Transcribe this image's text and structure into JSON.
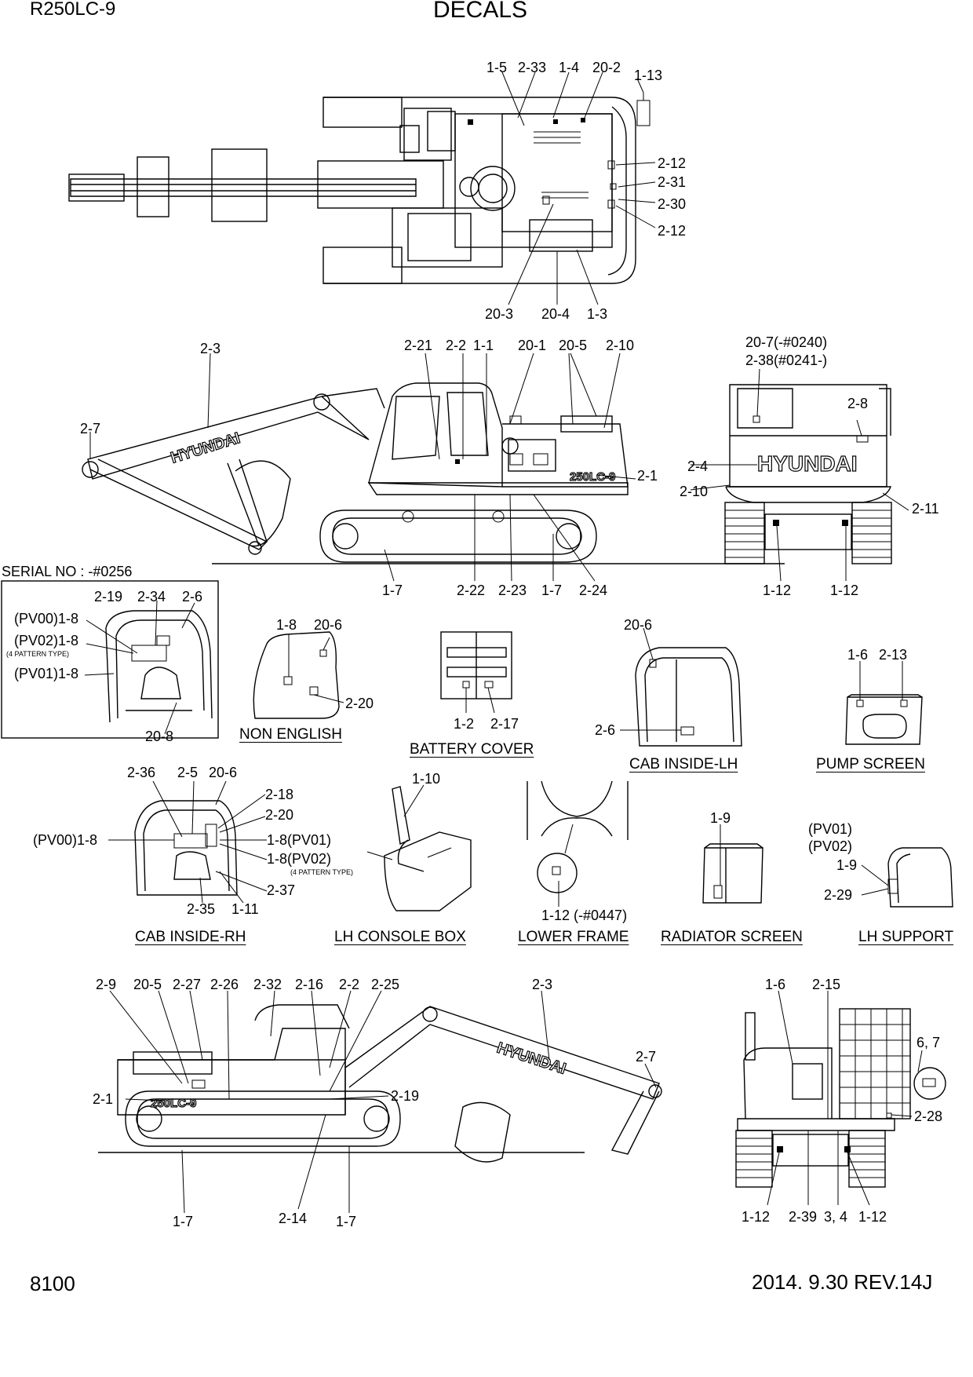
{
  "header": {
    "model": "R250LC-9",
    "title": "DECALS"
  },
  "footer": {
    "page_number": "8100",
    "revision": "2014. 9.30  REV.14J"
  },
  "serial_note": "SERIAL NO : -#0256",
  "brand_logo_text": "HYUNDAI",
  "model_badge_text": "250LC-9",
  "captions": {
    "non_english": "NON ENGLISH",
    "battery_cover": "BATTERY COVER",
    "cab_inside_lh": "CAB INSIDE-LH",
    "pump_screen": "PUMP SCREEN",
    "cab_inside_rh": "CAB INSIDE-RH",
    "lh_console_box": "LH CONSOLE BOX",
    "lower_frame": "LOWER FRAME",
    "radiator_screen": "RADIATOR SCREEN",
    "lh_support": "LH SUPPORT"
  },
  "callouts": {
    "top_view": [
      "1-5",
      "2-33",
      "1-4",
      "20-2",
      "1-13",
      "2-12",
      "2-31",
      "2-30",
      "2-12",
      "20-3",
      "20-4",
      "1-3"
    ],
    "side_view": [
      "2-3",
      "2-21",
      "2-2",
      "1-1",
      "20-1",
      "20-5",
      "2-10",
      "2-7",
      "2-1",
      "1-7",
      "2-22",
      "2-23",
      "1-7",
      "2-24"
    ],
    "rear_view": [
      "20-7(-#0240)",
      "2-38(#0241-)",
      "2-8",
      "2-4",
      "2-10",
      "2-11",
      "1-12",
      "1-12"
    ],
    "serial_box": [
      "2-19",
      "2-34",
      "2-6",
      "(PV00)1-8",
      "(PV02)1-8",
      "(4 PATTERN TYPE)",
      "(PV01)1-8",
      "20-8"
    ],
    "non_english": [
      "1-8",
      "20-6",
      "2-20"
    ],
    "battery_cover": [
      "1-2",
      "2-17"
    ],
    "cab_inside_lh": [
      "20-6",
      "2-6"
    ],
    "pump_screen": [
      "1-6",
      "2-13"
    ],
    "cab_inside_rh": [
      "2-36",
      "2-5",
      "20-6",
      "2-18",
      "2-20",
      "(PV00)1-8",
      "1-8(PV01)",
      "1-8(PV02)",
      "(4 PATTERN TYPE)",
      "2-37",
      "2-35",
      "1-11"
    ],
    "lh_console_box": [
      "1-10"
    ],
    "lower_frame": [
      "1-12 (-#0447)"
    ],
    "radiator_screen": [
      "1-9"
    ],
    "lh_support": [
      "(PV01)",
      "(PV02)",
      "1-9",
      "2-29"
    ],
    "right_side_view": [
      "2-9",
      "20-5",
      "2-27",
      "2-26",
      "2-32",
      "2-16",
      "2-2",
      "2-25",
      "2-3",
      "2-7",
      "2-1",
      "2-19",
      "1-7",
      "2-14",
      "1-7"
    ],
    "front_view": [
      "1-6",
      "2-15",
      "6, 7",
      "2-28",
      "1-12",
      "2-39",
      "3, 4",
      "1-12"
    ]
  }
}
